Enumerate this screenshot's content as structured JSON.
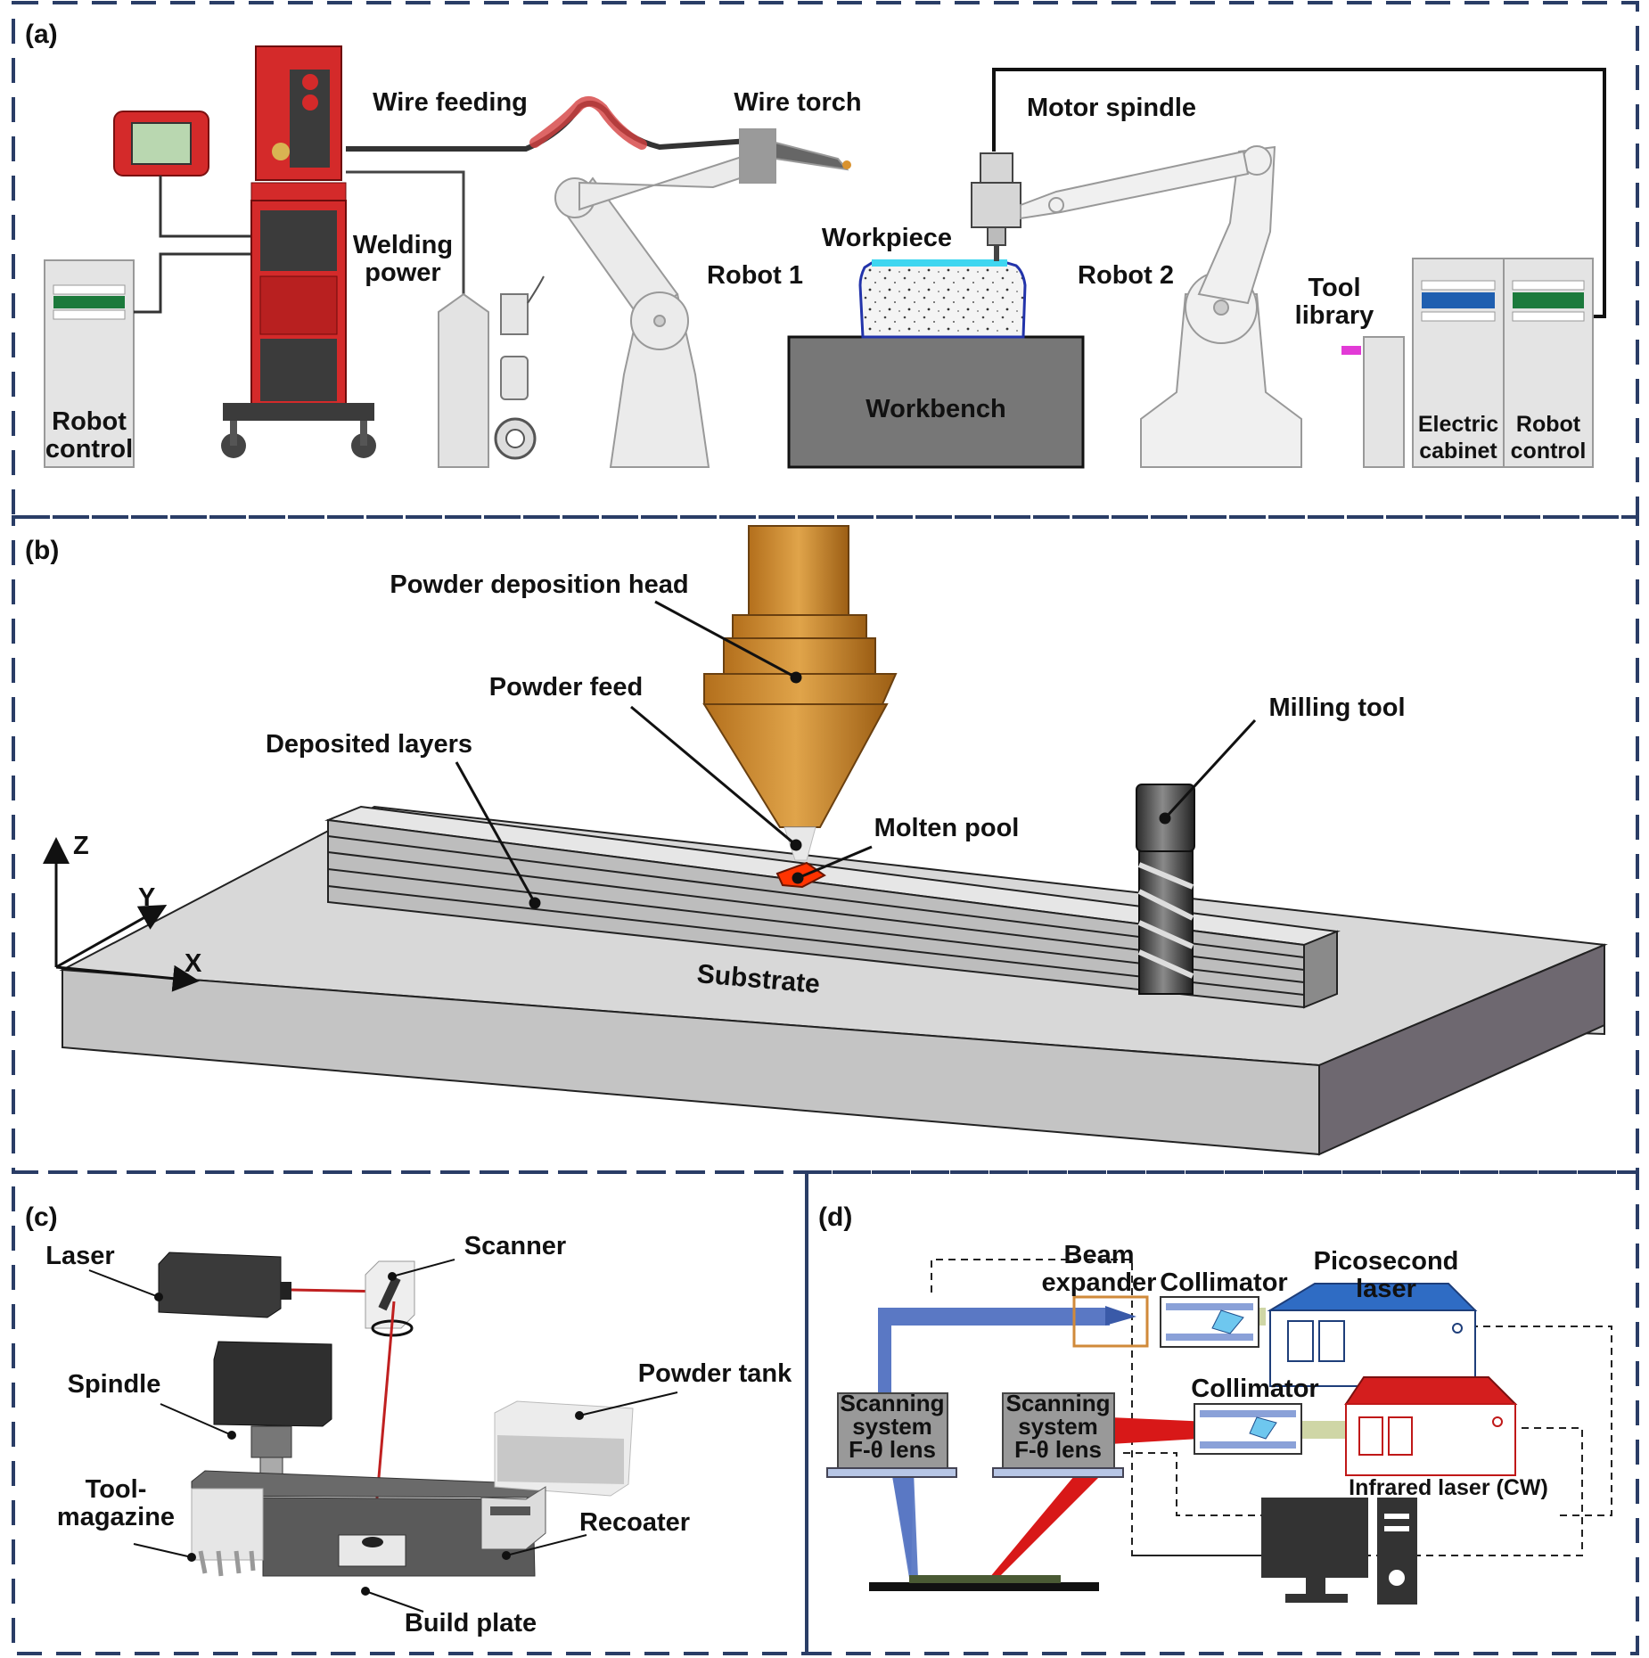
{
  "colors": {
    "frame": "#2a3d66",
    "welder_red": "#d42a2a",
    "deposition_head": "#d9922e",
    "molten_pool": "#ff3300",
    "blue_beam": "#5a78c4",
    "red_beam": "#d81818",
    "workbench": "#777777",
    "substrate_top": "#d6d6d6"
  },
  "panel_a": {
    "tag": "(a)",
    "wire_feeding": "Wire feeding",
    "wire_torch": "Wire torch",
    "motor_spindle": "Motor spindle",
    "workpiece": "Workpiece",
    "welding_power_1": "Welding",
    "welding_power_2": "power",
    "robot1": "Robot 1",
    "robot2": "Robot 2",
    "tool_library_1": "Tool",
    "tool_library_2": "library",
    "workbench": "Workbench",
    "robot_control_1": "Robot",
    "robot_control_2": "control",
    "electric_cabinet_1": "Electric",
    "electric_cabinet_2": "cabinet",
    "robot_control_right_1": "Robot",
    "robot_control_right_2": "control"
  },
  "panel_b": {
    "tag": "(b)",
    "powder_deposition_head": "Powder deposition head",
    "powder_feed": "Powder feed",
    "deposited_layers": "Deposited layers",
    "molten_pool": "Molten pool",
    "milling_tool": "Milling tool",
    "substrate": "Substrate",
    "axis_z": "Z",
    "axis_y": "Y",
    "axis_x": "X"
  },
  "panel_c": {
    "tag": "(c)",
    "laser": "Laser",
    "scanner": "Scanner",
    "spindle": "Spindle",
    "powder_tank": "Powder tank",
    "tool_magazine_1": "Tool-",
    "tool_magazine_2": "magazine",
    "recoater": "Recoater",
    "build_plate": "Build plate"
  },
  "panel_d": {
    "tag": "(d)",
    "beam_expander_1": "Beam",
    "beam_expander_2": "expander",
    "collimator_top": "Collimator",
    "picosecond_1": "Picosecond",
    "picosecond_2": "laser",
    "collimator_mid": "Collimator",
    "scanning_left_1": "Scanning",
    "scanning_left_2": "system",
    "scanning_left_3": "F-θ lens",
    "scanning_right_1": "Scanning",
    "scanning_right_2": "system",
    "scanning_right_3": "F-θ lens",
    "infrared_laser": "Infrared laser (CW)"
  }
}
